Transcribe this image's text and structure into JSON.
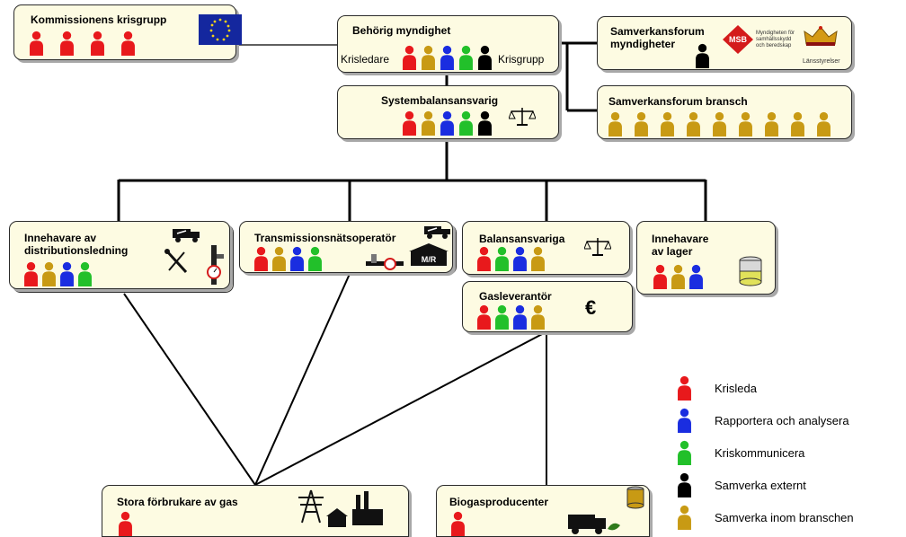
{
  "colors": {
    "krisleda": "#e8191c",
    "rapportera": "#1a2de0",
    "kriskommunicera": "#22c02a",
    "samverka_externt": "#000000",
    "samverka_branschen": "#c89a14"
  },
  "nodes": {
    "kommissionen": {
      "title": "Kommissionens krisgrupp",
      "people": [
        "krisleda",
        "krisleda",
        "krisleda",
        "krisleda"
      ]
    },
    "behorig": {
      "title": "Behörig myndighet",
      "left_label": "Krisledare",
      "right_label": "Krisgrupp",
      "people": [
        "krisleda",
        "samverka_branschen",
        "rapportera",
        "kriskommunicera",
        "samverka_externt"
      ]
    },
    "samverkansforum_myndigheter": {
      "title": "Samverkansforum myndigheter",
      "people": [
        "samverka_externt"
      ],
      "logo_msb": "MSB",
      "logo_msb_text": "Myndigheten för samhällsskydd och beredskap",
      "logo_lansstyrelser": "Länsstyrelser"
    },
    "samverkansforum_bransch": {
      "title": "Samverkansforum bransch",
      "people": [
        "samverka_branschen",
        "samverka_branschen",
        "samverka_branschen",
        "samverka_branschen",
        "samverka_branschen",
        "samverka_branschen",
        "samverka_branschen",
        "samverka_branschen",
        "samverka_branschen"
      ]
    },
    "systembalansansvarig": {
      "title": "Systembalansansvarig",
      "people": [
        "krisleda",
        "samverka_branschen",
        "rapportera",
        "kriskommunicera",
        "samverka_externt"
      ]
    },
    "distributionsledning": {
      "title": "Innehavare av distributionsledning",
      "people": [
        "krisleda",
        "samverka_branschen",
        "rapportera",
        "kriskommunicera"
      ]
    },
    "transmission": {
      "title": "Transmissionsnätsoperatör",
      "people": [
        "krisleda",
        "samverka_branschen",
        "rapportera",
        "kriskommunicera"
      ],
      "station_label": "M/R"
    },
    "balansansvariga": {
      "title": "Balansansvariga",
      "people": [
        "krisleda",
        "kriskommunicera",
        "rapportera",
        "samverka_branschen"
      ]
    },
    "lager": {
      "title": "Innehavare av lager",
      "people": [
        "krisleda",
        "samverka_branschen",
        "rapportera"
      ]
    },
    "gasleverantor": {
      "title": "Gasleverantör",
      "people": [
        "krisleda",
        "kriskommunicera",
        "rapportera",
        "samverka_branschen"
      ],
      "currency_symbol": "€"
    },
    "stora_forbrukare": {
      "title": "Stora förbrukare av gas",
      "people": [
        "krisleda"
      ]
    },
    "biogas": {
      "title": "Biogasproducenter",
      "people": [
        "krisleda"
      ]
    }
  },
  "legend": [
    {
      "key": "krisleda",
      "label": "Krisleda"
    },
    {
      "key": "rapportera",
      "label": "Rapportera och analysera"
    },
    {
      "key": "kriskommunicera",
      "label": "Kriskommunicera"
    },
    {
      "key": "samverka_externt",
      "label": "Samverka externt"
    },
    {
      "key": "samverka_branschen",
      "label": "Samverka inom branschen"
    }
  ]
}
